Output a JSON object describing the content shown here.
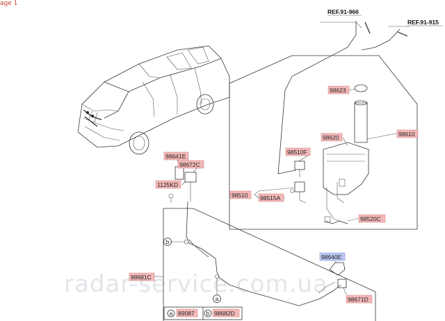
{
  "page_label": "age 1",
  "watermark": "radar-service.com.ua",
  "references": {
    "ref1": "REF.91-966",
    "ref2": "REF.91-915"
  },
  "labels": {
    "p98623": "98623",
    "p98620": "98620",
    "p98610": "98610",
    "p98510F": "98510F",
    "p98510": "98510",
    "p98515A": "98515A",
    "p98520C": "98520C",
    "p98641E": "98641E",
    "p98672C": "98672C",
    "p1125KD": "1125KD",
    "p98681C": "98681C",
    "p98640E": "98640E",
    "p98671D": "98671D",
    "p89087": "89087",
    "p98682D": "98682D"
  },
  "callouts": {
    "a": "a",
    "b": "b"
  },
  "colors": {
    "highlight_pink": "#f3b8b8",
    "highlight_blue": "#b9c6f2"
  }
}
